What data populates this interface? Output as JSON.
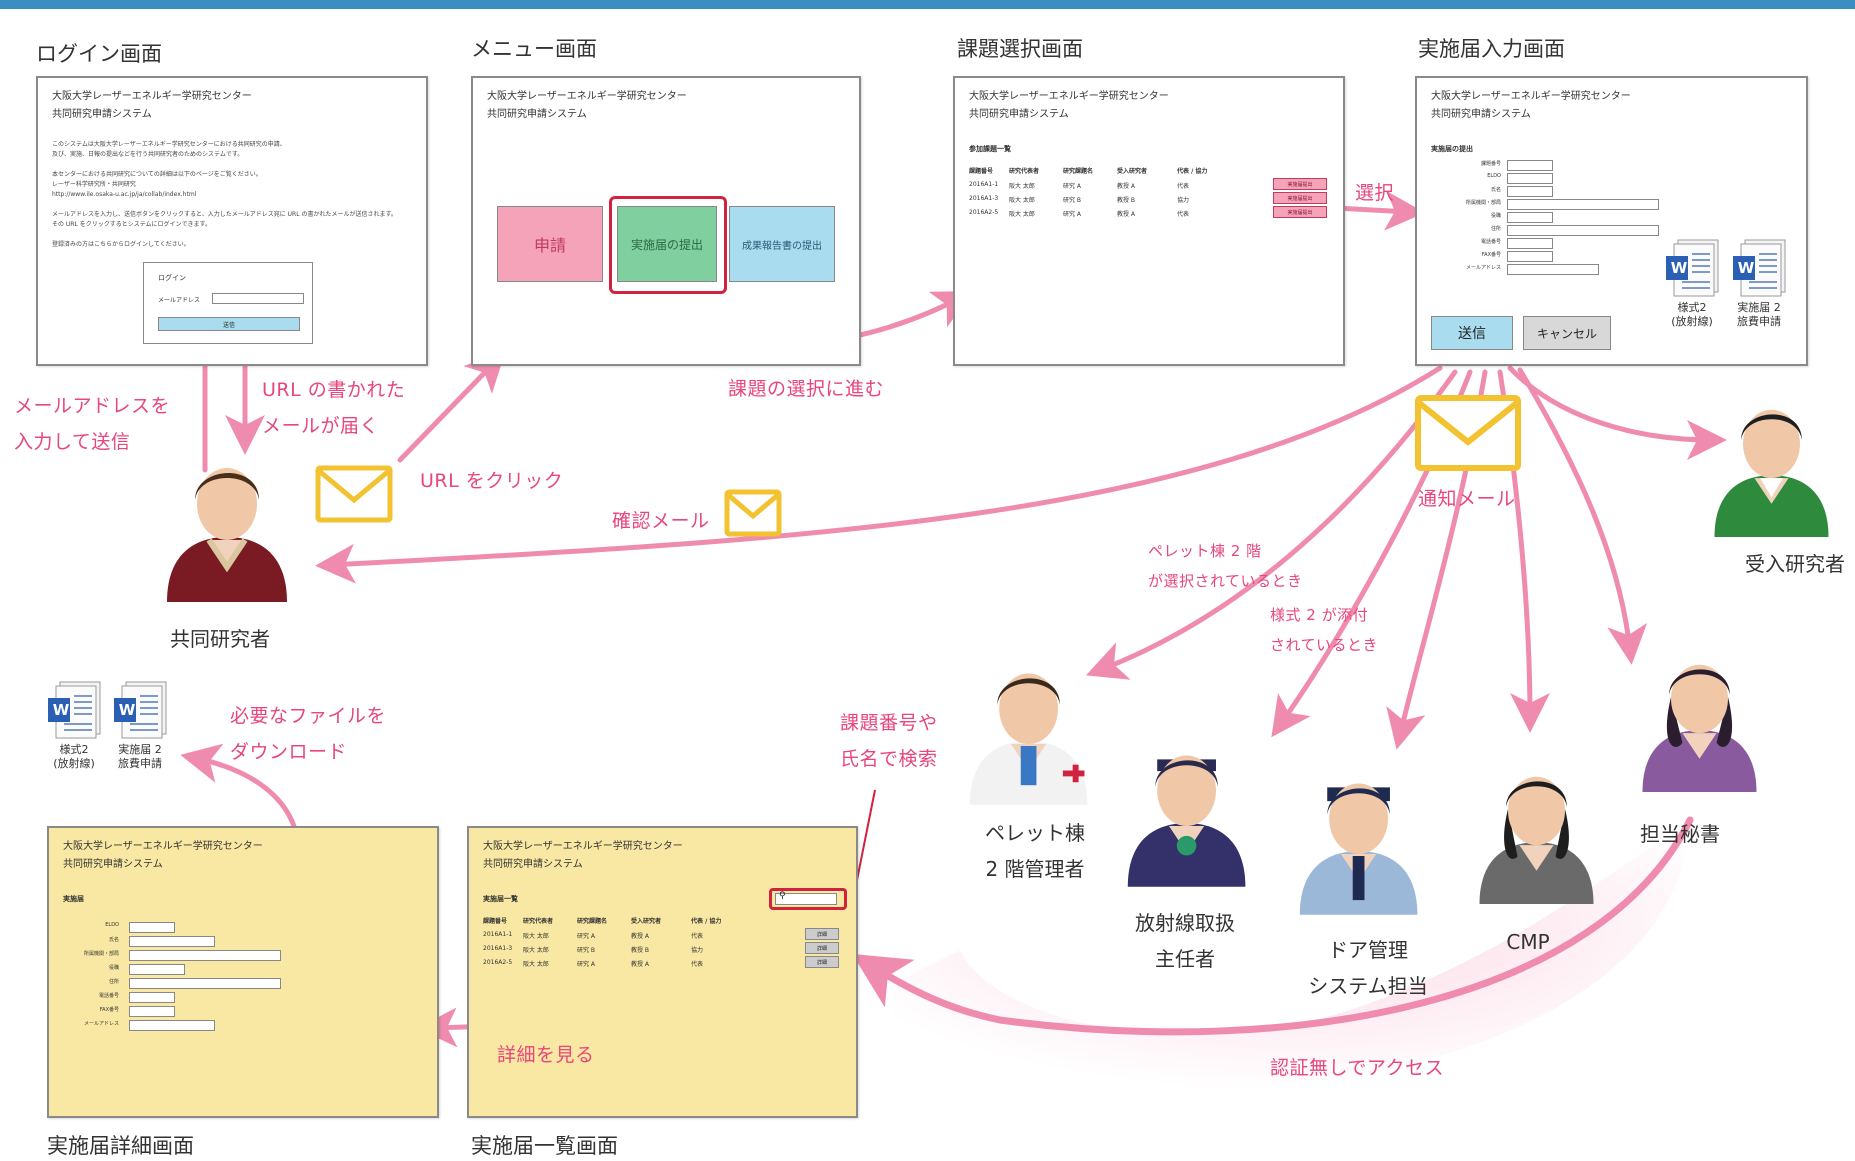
{
  "screens": {
    "login": {
      "title": "ログイン画面",
      "header1": "大阪大学レーザーエネルギー学研究センター",
      "header2": "共同研究申請システム",
      "body": [
        "このシステムは大阪大学レーザーエネルギー学研究センターにおける共同研究の申請、",
        "及び、実施、日報の提出などを行う共同研究者のためのシステムです。",
        "本センターにおける共同研究についての詳細は以下のページをご覧ください。",
        "レーザー科学研究所・共同研究",
        "http://www.ile.osaka-u.ac.jp/ja/collab/index.html",
        "メールアドレスを入力し、送信ボタンをクリックすると、入力したメールアドレス宛に URL の書かれたメールが送信されます。",
        "その URL をクリックするとシステムにログインできます。",
        "登録済みの方はこちらからログインしてください。"
      ],
      "box_title": "ログイン",
      "email_label": "メールアドレス",
      "submit": "送信"
    },
    "menu": {
      "title": "メニュー画面",
      "header1": "大阪大学レーザーエネルギー学研究センター",
      "header2": "共同研究申請システム",
      "btn_apply": "申請",
      "btn_submit": "実施届の提出",
      "btn_report": "成果報告書の提出"
    },
    "select": {
      "title": "課題選択画面",
      "header1": "大阪大学レーザーエネルギー学研究センター",
      "header2": "共同研究申請システム",
      "list_title": "参加課題一覧",
      "columns": [
        "課題番号",
        "研究代表者",
        "研究課題名",
        "受入研究者",
        "代表 / 協力"
      ],
      "rows": [
        [
          "2016A1-1",
          "阪大 太郎",
          "研究 A",
          "教授 A",
          "代表"
        ],
        [
          "2016A1-3",
          "阪大 太郎",
          "研究 B",
          "教授 B",
          "協力"
        ],
        [
          "2016A2-5",
          "阪大 太郎",
          "研究 A",
          "教授 A",
          "代表"
        ]
      ],
      "action": "実施届提出"
    },
    "entry": {
      "title": "実施届入力画面",
      "header1": "大阪大学レーザーエネルギー学研究センター",
      "header2": "共同研究申請システム",
      "section": "実施届の提出",
      "fields": [
        "課題番号",
        "ELDO",
        "氏名",
        "所属機関・部局",
        "役職",
        "住所",
        "電話番号",
        "FAX番号",
        "メールアドレス"
      ],
      "btn_send": "送信",
      "btn_cancel": "キャンセル"
    },
    "list": {
      "title": "実施届一覧画面",
      "header1": "大阪大学レーザーエネルギー学研究センター",
      "header2": "共同研究申請システム",
      "list_title": "実施届一覧",
      "columns": [
        "課題番号",
        "研究代表者",
        "研究課題名",
        "受入研究者",
        "代表 / 協力"
      ],
      "rows": [
        [
          "2016A1-1",
          "阪大 太郎",
          "研究 A",
          "教授 A",
          "代表"
        ],
        [
          "2016A1-3",
          "阪大 太郎",
          "研究 B",
          "教授 B",
          "協力"
        ],
        [
          "2016A2-5",
          "阪大 太郎",
          "研究 A",
          "教授 A",
          "代表"
        ]
      ],
      "detail": "詳細"
    },
    "detail": {
      "title": "実施届詳細画面",
      "header1": "大阪大学レーザーエネルギー学研究センター",
      "header2": "共同研究申請システム",
      "section": "実施届",
      "fields": [
        "ELDO",
        "氏名",
        "所属機関・部局",
        "役職",
        "住所",
        "電話番号",
        "FAX番号",
        "メールアドレス"
      ]
    }
  },
  "documents": {
    "form2_line1": "様式2",
    "form2_line2": "(放射線)",
    "impl2_line1": "実施届 2",
    "impl2_line2": "旅費申請",
    "word_letter": "W"
  },
  "annotations": {
    "enter_email_1": "メールアドレスを",
    "enter_email_2": "入力して送信",
    "url_mail_1": "URL の書かれた",
    "url_mail_2": "メールが届く",
    "click_url": "URL をクリック",
    "choose_task": "課題の選択に進む",
    "select": "選択",
    "confirm_mail": "確認メール",
    "notify_mail": "通知メール",
    "pellet_1": "ペレット棟 2 階",
    "pellet_2": "が選択されているとき",
    "form2_1": "様式 2 が添付",
    "form2_2": "されているとき",
    "search_1": "課題番号や",
    "search_2": "氏名で検索",
    "download_1": "必要なファイルを",
    "download_2": "ダウンロード",
    "view_detail": "詳細を見る",
    "no_auth": "認証無しでアクセス"
  },
  "people": {
    "collaborator": "共同研究者",
    "host": "受入研究者",
    "pellet_manager_1": "ペレット棟",
    "pellet_manager_2": "2 階管理者",
    "radiation_1": "放射線取扱",
    "radiation_2": "主任者",
    "door_1": "ドア管理",
    "door_2": "システム担当",
    "cmp": "CMP",
    "secretary": "担当秘書"
  },
  "colors": {
    "accent": "#e8467c",
    "arrow": "#f08bb0",
    "mail": "#f2c230",
    "apply": "#f4a3b8",
    "submit": "#7fcf9f",
    "report": "#a9dcef",
    "yellow_panel": "#f8e8a3",
    "topbar": "#3a8fc0"
  }
}
